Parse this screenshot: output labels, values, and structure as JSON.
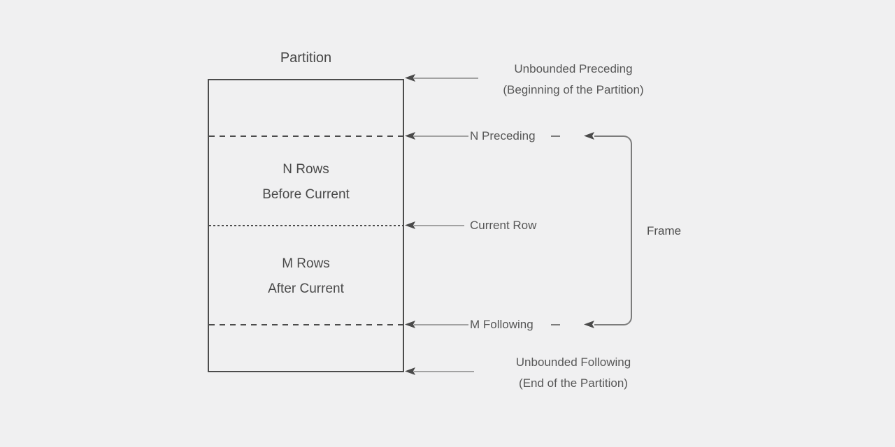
{
  "diagram": {
    "title": "Partition",
    "regions": {
      "before": [
        "N Rows",
        "Before Current"
      ],
      "after": [
        "M Rows",
        "After Current"
      ]
    },
    "markers": {
      "unbounded_preceding": {
        "label": "Unbounded Preceding",
        "sub": "(Beginning of the Partition)"
      },
      "n_preceding": {
        "label": "N Preceding"
      },
      "current_row": {
        "label": "Current Row"
      },
      "m_following": {
        "label": "M Following"
      },
      "unbounded_following": {
        "label": "Unbounded Following",
        "sub": "(End of the Partition)"
      }
    },
    "frame_label": "Frame",
    "colors": {
      "background": "#f0f0f1",
      "box_stroke": "#4c4c4c",
      "arrow_line": "#a2a2a2",
      "arrow_head": "#4a4a4a",
      "bracket": "#7c7c7c",
      "text_dark": "#4a4a4a",
      "text_label": "#575757"
    }
  }
}
